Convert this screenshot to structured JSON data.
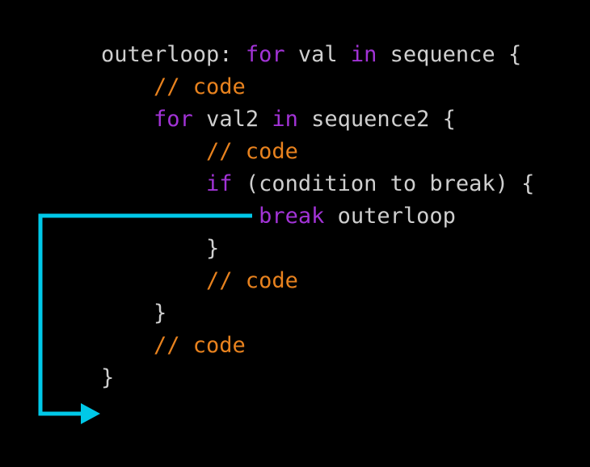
{
  "colors": {
    "background": "#000000",
    "plain": "#cfcfcf",
    "keyword": "#a233d6",
    "comment": "#e8821e",
    "arrow": "#00c8e8"
  },
  "code": {
    "lines": [
      {
        "tokens": [
          {
            "type": "plain",
            "text": "outerloop: "
          },
          {
            "type": "keyword",
            "text": "for"
          },
          {
            "type": "plain",
            "text": " val "
          },
          {
            "type": "keyword",
            "text": "in"
          },
          {
            "type": "plain",
            "text": " sequence {"
          }
        ]
      },
      {
        "tokens": [
          {
            "type": "comment",
            "text": "    // code"
          }
        ]
      },
      {
        "tokens": [
          {
            "type": "plain",
            "text": "    "
          },
          {
            "type": "keyword",
            "text": "for"
          },
          {
            "type": "plain",
            "text": " val2 "
          },
          {
            "type": "keyword",
            "text": "in"
          },
          {
            "type": "plain",
            "text": " sequence2 {"
          }
        ]
      },
      {
        "tokens": [
          {
            "type": "comment",
            "text": "        // code"
          }
        ]
      },
      {
        "tokens": [
          {
            "type": "plain",
            "text": "        "
          },
          {
            "type": "keyword",
            "text": "if"
          },
          {
            "type": "plain",
            "text": " (condition to break) {"
          }
        ]
      },
      {
        "tokens": [
          {
            "type": "plain",
            "text": "            "
          },
          {
            "type": "keyword",
            "text": "break"
          },
          {
            "type": "plain",
            "text": " outerloop"
          }
        ]
      },
      {
        "tokens": [
          {
            "type": "plain",
            "text": "        }"
          }
        ]
      },
      {
        "tokens": [
          {
            "type": "comment",
            "text": "        // code"
          }
        ]
      },
      {
        "tokens": [
          {
            "type": "plain",
            "text": "    }"
          }
        ]
      },
      {
        "tokens": [
          {
            "type": "comment",
            "text": "    // code"
          }
        ]
      },
      {
        "tokens": [
          {
            "type": "plain",
            "text": "}"
          }
        ]
      }
    ]
  },
  "arrow": {
    "meaning": "break jumps to after outer loop"
  }
}
